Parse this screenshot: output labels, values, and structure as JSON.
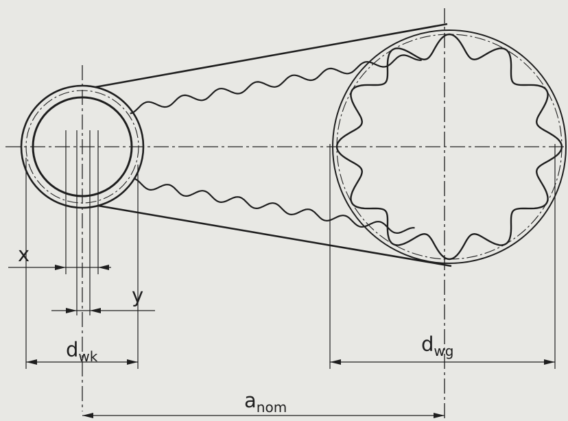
{
  "labels": {
    "x": "x",
    "y": "y",
    "d_wk": {
      "base": "d",
      "sub": "wk"
    },
    "d_wg": {
      "base": "d",
      "sub": "wg"
    },
    "a_nom": {
      "base": "a",
      "sub": "nom"
    }
  },
  "colors": {
    "background": "#e8e8e4",
    "line": "#1e1e1e"
  }
}
